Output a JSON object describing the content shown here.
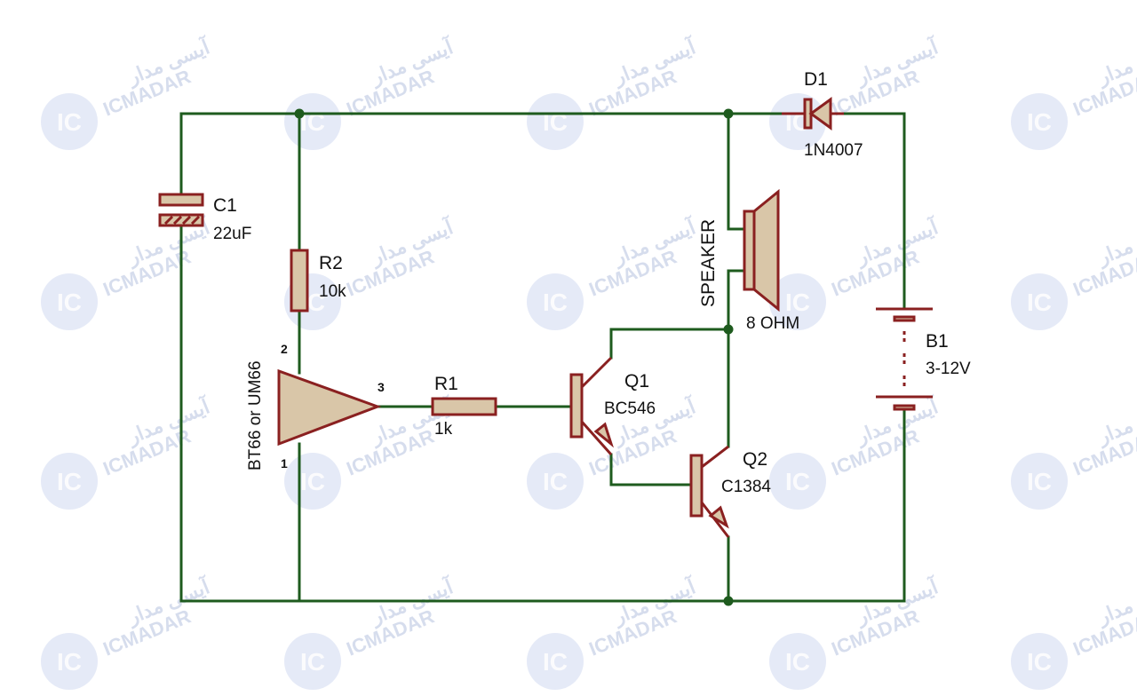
{
  "watermark": {
    "brand": "ICMADAR",
    "brand_fa": "آیسی مدار",
    "logo": "IC"
  },
  "components": {
    "c1": {
      "ref": "C1",
      "value": "22uF"
    },
    "r2": {
      "ref": "R2",
      "value": "10k"
    },
    "r1": {
      "ref": "R1",
      "value": "1k"
    },
    "ic": {
      "label": "BT66 or UM66",
      "pin_in": "2",
      "pin_gnd": "1",
      "pin_out": "3"
    },
    "q1": {
      "ref": "Q1",
      "value": "BC546"
    },
    "q2": {
      "ref": "Q2",
      "value": "C1384"
    },
    "speaker": {
      "ref": "SPEAKER",
      "value": "8 OHM"
    },
    "d1": {
      "ref": "D1",
      "value": "1N4007"
    },
    "b1": {
      "ref": "B1",
      "value": "3-12V"
    }
  },
  "colors": {
    "wire": "#1e5b1e",
    "component_outline": "#8a2020",
    "component_fill": "#d9c6a8"
  }
}
